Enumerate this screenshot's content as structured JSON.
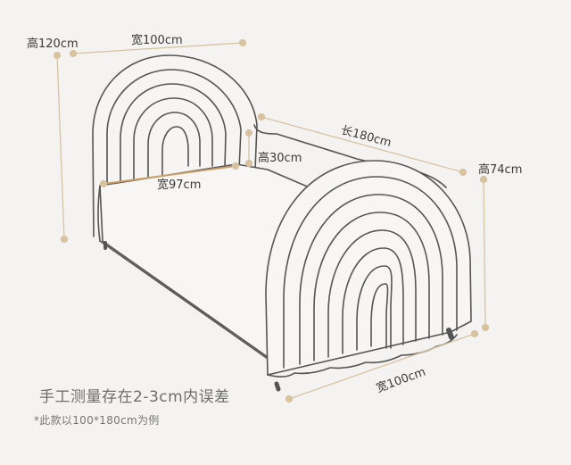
{
  "dimensions": {
    "headboard_height": "高120cm",
    "headboard_width": "宽100cm",
    "length": "长180cm",
    "inner_height": "高30cm",
    "inner_width": "宽97cm",
    "footboard_height": "高74cm",
    "bottom_width": "宽100cm"
  },
  "notes": {
    "main": "手工测量存在2-3cm内误差",
    "sub": "*此款以100*180cm为例"
  },
  "colors": {
    "background": "#f4f3f1",
    "dimension_line": "#d8c3a0",
    "outline": "#555555"
  }
}
